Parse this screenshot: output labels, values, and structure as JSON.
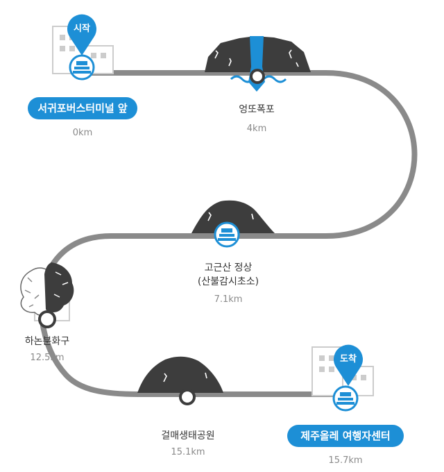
{
  "colors": {
    "route": "#8a8a8a",
    "accent": "#1d8fd6",
    "mountain": "#3d3d3d",
    "building": "#cccccc"
  },
  "start_pin": "시작",
  "end_pin": "도착",
  "stops": [
    {
      "name": "서귀포버스터미널 앞",
      "distance": "0km",
      "icon": "start-marker-icon",
      "style": "pill"
    },
    {
      "name": "엉또폭포",
      "distance": "4km",
      "icon": "waterfall-icon",
      "style": "plain"
    },
    {
      "name": "고근산 정상",
      "name2": "(산불감시초소)",
      "distance": "7.1km",
      "icon": "summit-icon",
      "style": "plain"
    },
    {
      "name": "하논분화구",
      "distance": "12.5km",
      "icon": "forest-crater-icon",
      "style": "plain"
    },
    {
      "name": "걸매생태공원",
      "distance": "15.1km",
      "icon": "park-icon",
      "style": "plain"
    },
    {
      "name": "제주올레 여행자센터",
      "distance": "15.7km",
      "icon": "end-marker-icon",
      "style": "pill"
    }
  ]
}
